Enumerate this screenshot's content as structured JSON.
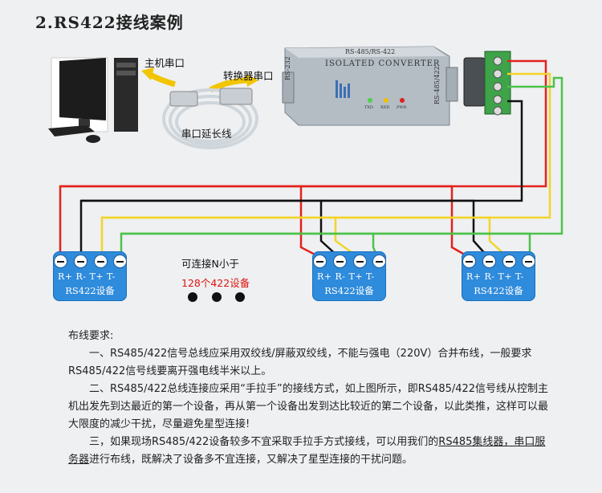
{
  "title": "2.RS422接线案例",
  "labels": {
    "host_port": "主机串口",
    "converter_port": "转换器串口",
    "extension_cable": "串口延长线",
    "can_connect": "可连接N小于",
    "device_count": "128个422设备"
  },
  "converter": {
    "model": "RS-485/RS-422",
    "name": "ISOLATED CONVERTER",
    "left_port": "RS-232",
    "right_port": "RS-485/422",
    "leds": [
      "TXD",
      "RXD",
      "PWR"
    ]
  },
  "devices": [
    {
      "name": "RS422设备",
      "pins": "R+ R- T+ T-"
    },
    {
      "name": "RS422设备",
      "pins": "R+ R- T+ T-"
    },
    {
      "name": "RS422设备",
      "pins": "R+ R- T+ T-"
    }
  ],
  "colors": {
    "red": "#e3221c",
    "black": "#111111",
    "yellow": "#f2d42a",
    "green": "#4cc24a",
    "device": "#2f8bdb"
  },
  "notes": {
    "heading": "布线要求:",
    "p1": "一、RS485/422信号总线应采用双绞线/屏蔽双绞线，不能与强电（220V）合并布线，一般要求RS485/422信号线要离开强电线半米以上。",
    "p2": "二、RS485/422总线连接应采用“手拉手”的接线方式，如上图所示，即RS485/422信号线从控制主机出发先到达最近的第一个设备，再从第一个设备出发到达比较近的第二个设备，以此类推，这样可以最大限度的减少干扰，尽量避免星型连接!",
    "p3_pre": "三，如果现场RS485/422设备较多不宜采取手拉手方式接线，可以用我们的",
    "p3_link": "RS485集线器，串口服务器",
    "p3_post": "进行布线，既解决了设备多不宜连接，又解决了星型连接的干扰问题。"
  }
}
